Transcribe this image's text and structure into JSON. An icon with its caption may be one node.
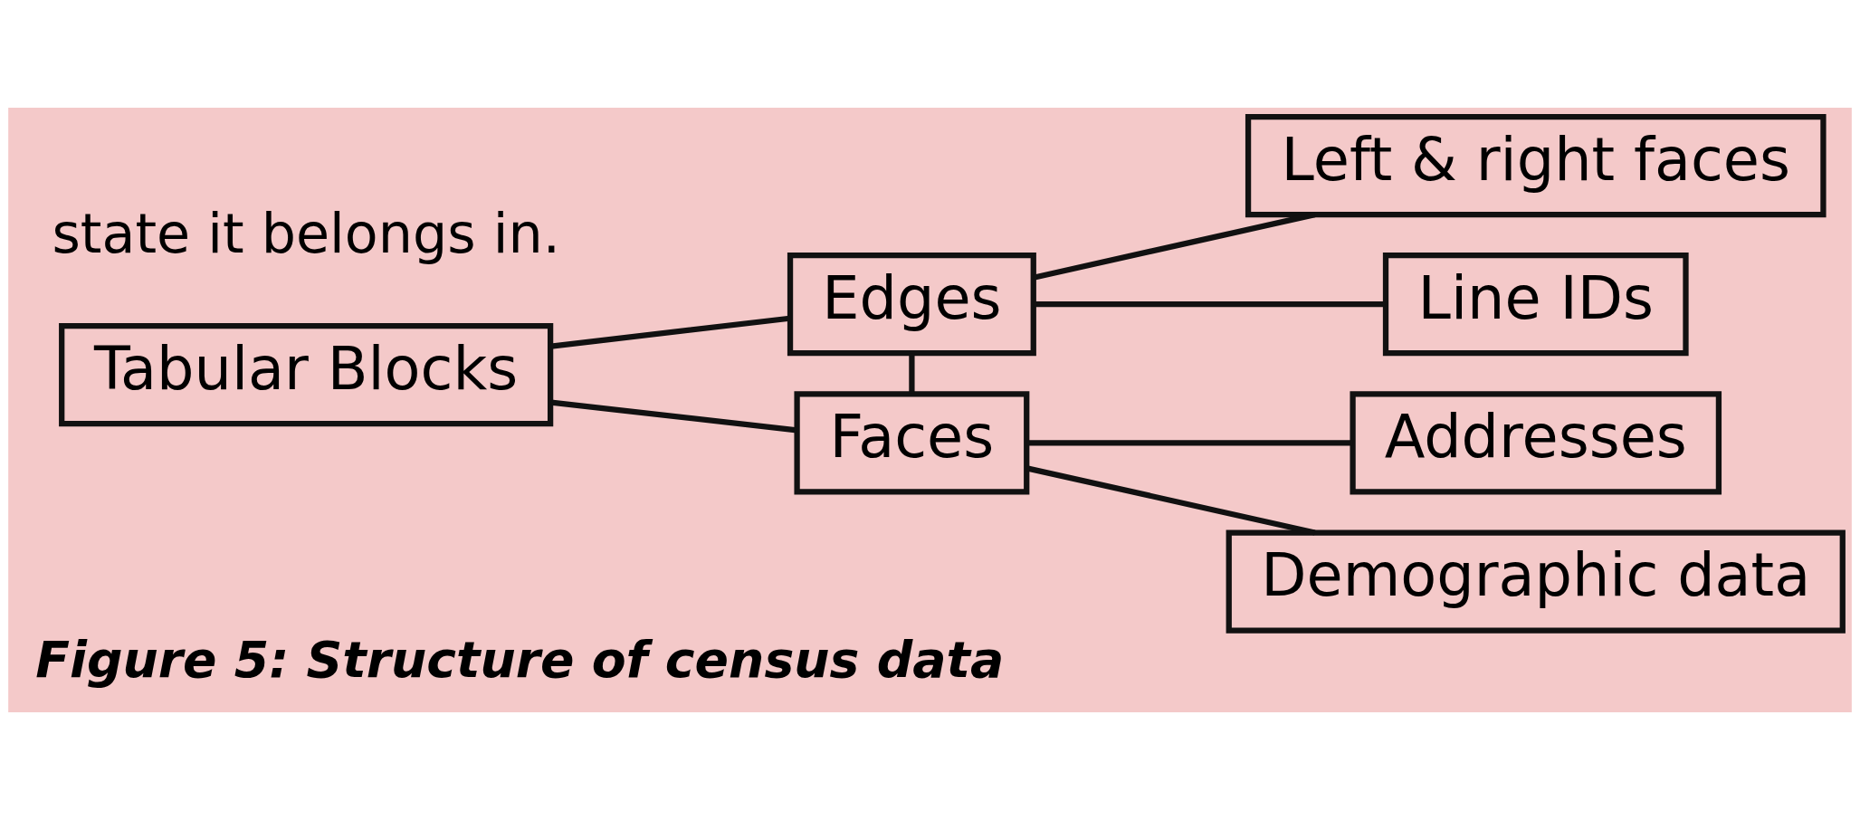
{
  "diagram": {
    "caption": "Figure 5: Structure of census data",
    "nodes": [
      {
        "text": [
          "Tabular Blocks"
        ]
      },
      {
        "text": [
          "Edges"
        ]
      },
      {
        "text": [
          "Faces"
        ]
      },
      {
        "text": [
          "Left & right faces"
        ]
      },
      {
        "text": [
          "Line IDs"
        ]
      },
      {
        "text": [
          "Addresses"
        ]
      },
      {
        "text": [
          "Demographic data"
        ]
      }
    ],
    "edges": [
      {
        "from": 0,
        "to": 1,
        "arrow": "none"
      },
      {
        "from": 0,
        "to": 2,
        "arrow": "none"
      },
      {
        "from": 1,
        "to": 2,
        "arrow": "none"
      },
      {
        "from": 1,
        "to": 3,
        "arrow": "none"
      },
      {
        "from": 1,
        "to": 4,
        "arrow": "none"
      },
      {
        "from": 2,
        "to": 5,
        "arrow": "none"
      },
      {
        "from": 2,
        "to": 6,
        "arrow": "none"
      }
    ],
    "labels": [
      "state it belongs in."
    ]
  }
}
